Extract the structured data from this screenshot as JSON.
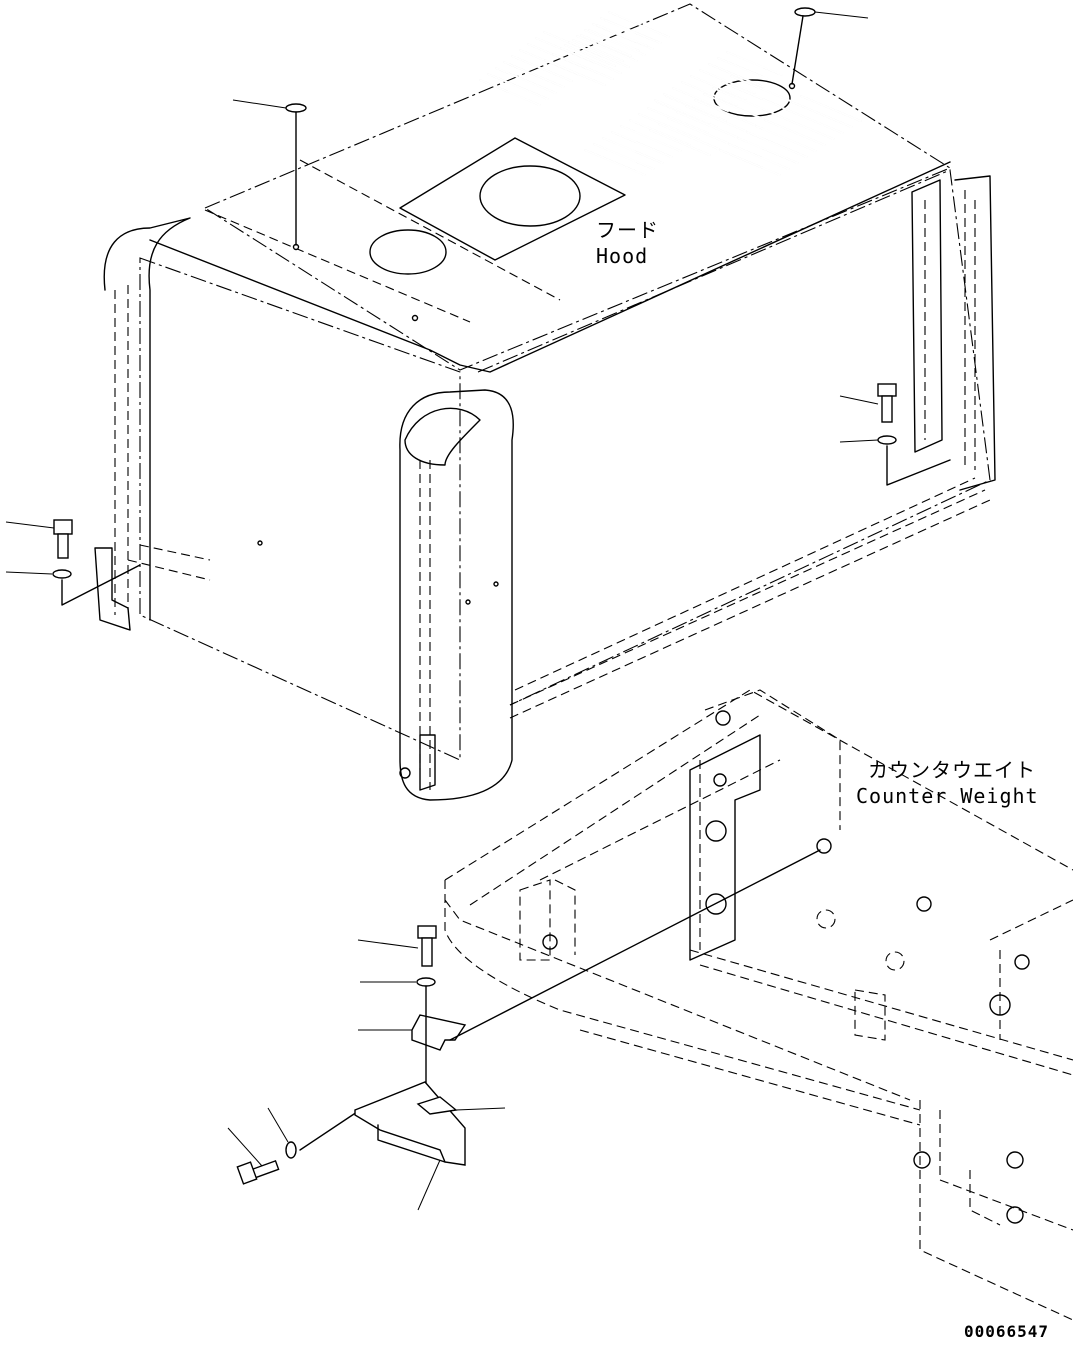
{
  "labels": {
    "hood_jp": "フード",
    "hood_en": "Hood",
    "counterweight_jp": "カウンタウエイト",
    "counterweight_en": "Counter Weight",
    "drawing_number": "00066547"
  }
}
